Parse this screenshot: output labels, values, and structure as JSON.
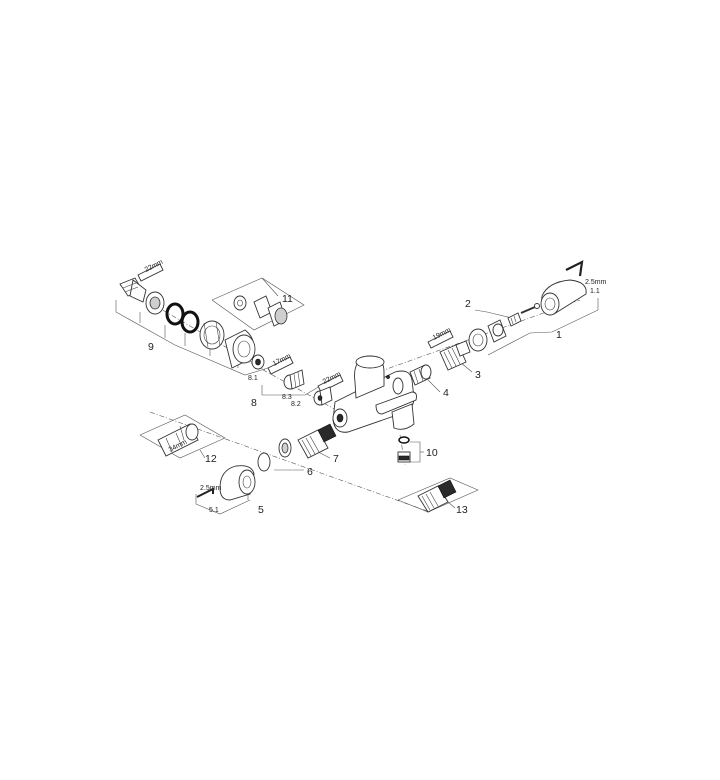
{
  "diagram": {
    "callouts": {
      "c1": "1",
      "c1_1": "1.1",
      "c2": "2",
      "c3": "3",
      "c4": "4",
      "c5": "5",
      "c5_1": "5.1",
      "c6": "6",
      "c7": "7",
      "c8": "8",
      "c8_1": "8.1",
      "c8_2": "8.2",
      "c8_3": "8.3",
      "c9": "9",
      "c10": "10",
      "c11": "11",
      "c12": "12",
      "c13": "13"
    },
    "tool_labels": {
      "wrench_9": "22mm",
      "wrench_3": "19mm",
      "wrench_8": "17mm",
      "wrench_8b": "22mm",
      "width_12": "34mm",
      "hex_1_1": "2.5mm",
      "hex_5_1": "2.5mm"
    }
  }
}
